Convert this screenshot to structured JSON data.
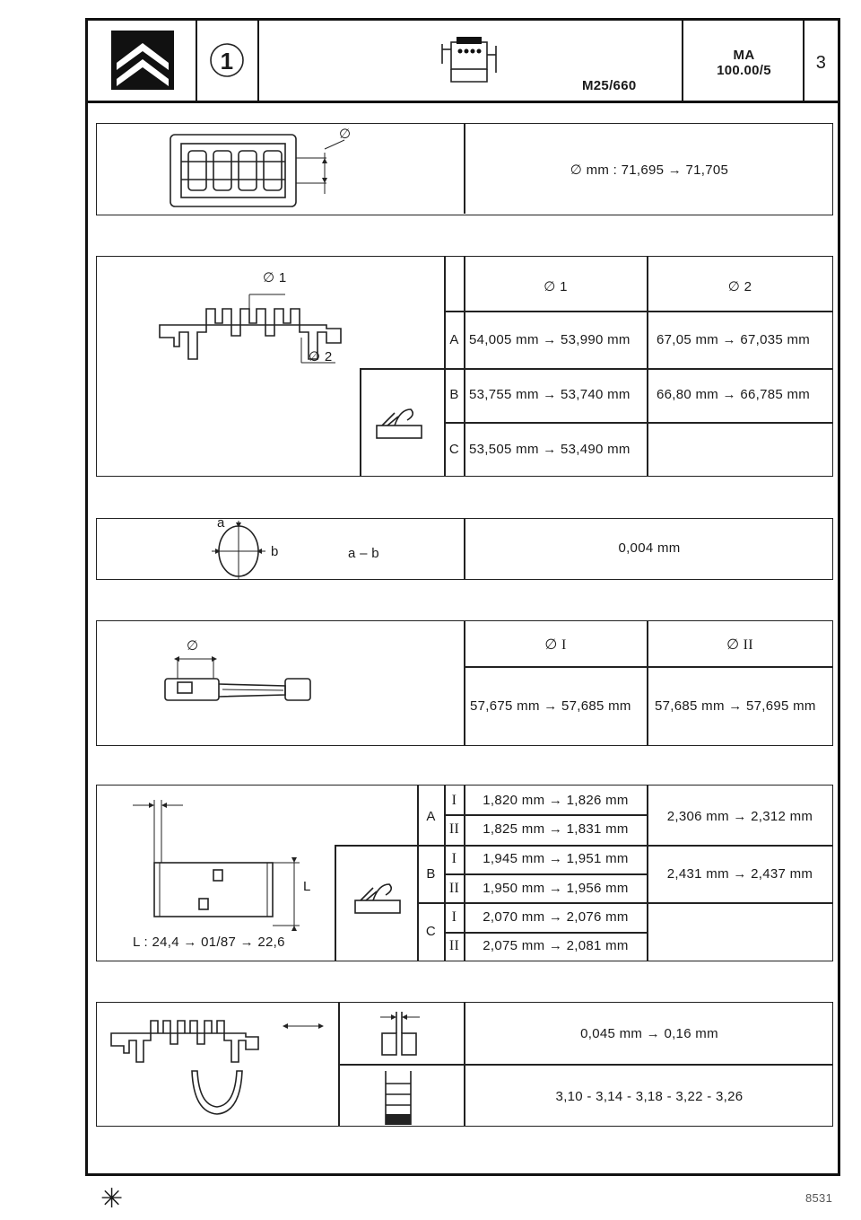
{
  "header": {
    "section_number": "1",
    "engine_code": "M25/660",
    "ref_line1": "MA",
    "ref_line2": "100.00/5",
    "page_no": "3"
  },
  "panel1": {
    "diam_symbol": "∅",
    "spec": "∅ mm : 71,695 → 71,705"
  },
  "panel2": {
    "label_d1": "∅ 1",
    "label_d2": "∅ 2",
    "col1": "∅ 1",
    "col2": "∅ 2",
    "rows": [
      {
        "cls": "A",
        "d1": "54,005 mm → 53,990 mm",
        "d2": "67,05 mm → 67,035 mm"
      },
      {
        "cls": "B",
        "d1": "53,755 mm → 53,740 mm",
        "d2": "66,80 mm → 66,785 mm"
      },
      {
        "cls": "C",
        "d1": "53,505 mm → 53,490 mm",
        "d2": ""
      }
    ]
  },
  "panel3": {
    "label_a": "a",
    "label_b": "b",
    "label_ab": "a – b",
    "value": "0,004 mm"
  },
  "panel4": {
    "diam_symbol": "∅",
    "col1": "∅ I",
    "col2": "∅ II",
    "v1": "57,675 mm → 57,685 mm",
    "v2": "57,685 mm → 57,695 mm"
  },
  "panel5": {
    "label_L": "L",
    "L_note": "L : 24,4 → 01/87 → 22,6",
    "groups": [
      {
        "cls": "A",
        "rows": [
          {
            "r": "I",
            "v": "1,820 mm → 1,826 mm"
          },
          {
            "r": "II",
            "v": "1,825 mm → 1,831 mm"
          }
        ],
        "total": "2,306 mm → 2,312 mm"
      },
      {
        "cls": "B",
        "rows": [
          {
            "r": "I",
            "v": "1,945 mm → 1,951 mm"
          },
          {
            "r": "II",
            "v": "1,950 mm → 1,956 mm"
          }
        ],
        "total": "2,431 mm → 2,437 mm"
      },
      {
        "cls": "C",
        "rows": [
          {
            "r": "I",
            "v": "2,070 mm → 2,076 mm"
          },
          {
            "r": "II",
            "v": "2,075 mm → 2,081 mm"
          }
        ],
        "total": ""
      }
    ]
  },
  "panel6": {
    "endplay": "0,045 mm → 0,16 mm",
    "shims": "3,10 - 3,14 - 3,18 - 3,22 - 3,26"
  },
  "footer": {
    "code": "8531"
  },
  "icons": [
    "citroen-logo",
    "engine-icon",
    "crankshaft-icon",
    "cylinder-block-icon",
    "grinding-icon",
    "ovality-icon",
    "connecting-rod-icon",
    "bearing-shell-icon",
    "feeler-gauge-icon",
    "thrust-washer-icon",
    "star-icon"
  ]
}
